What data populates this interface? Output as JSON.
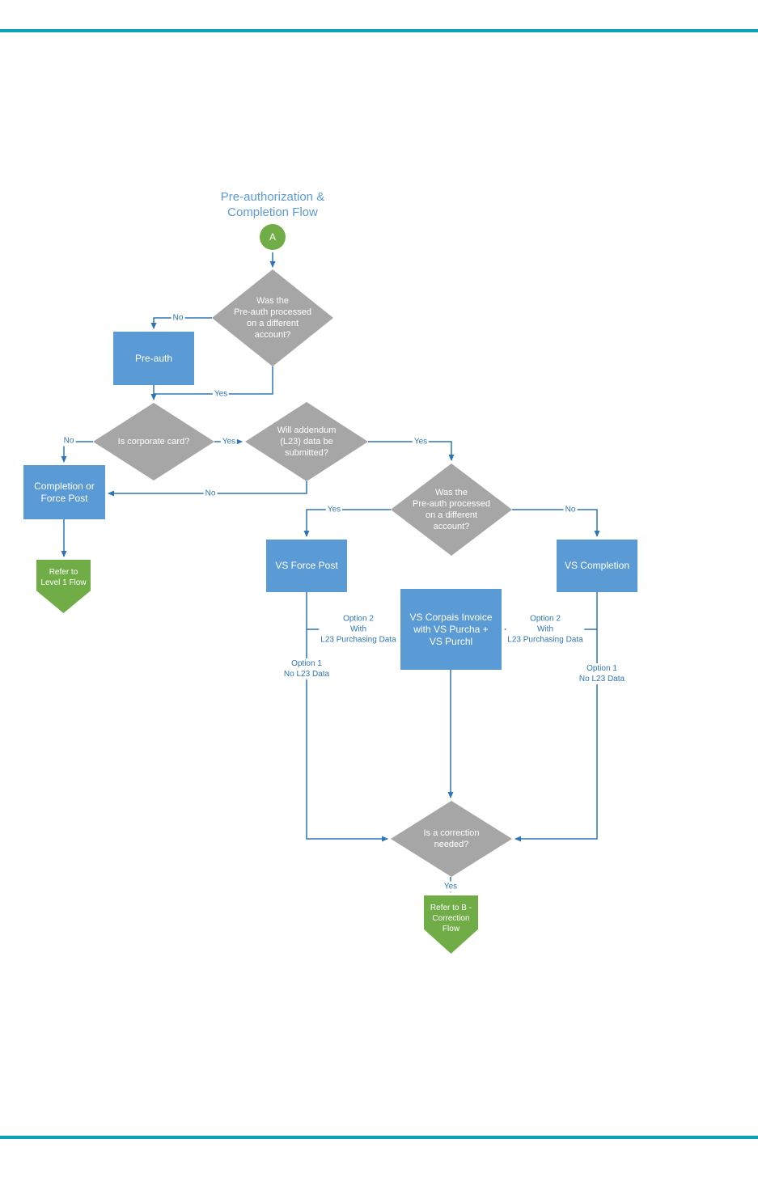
{
  "page": {
    "title": "Pre-authorization &\nCompletion Flow"
  },
  "colors": {
    "process_blue": "#5B9BD5",
    "decision_gray": "#A6A6A6",
    "terminal_green": "#70AD47",
    "connector_blue": "#2E75B6",
    "accent_teal": "#0BA3B4",
    "title_blue": "#5B9BD5"
  },
  "nodes": {
    "start": {
      "label": "A"
    },
    "d1_preauth_different_account": {
      "label": "Was the\nPre-auth processed\non a different\naccount?"
    },
    "pre_auth": {
      "label": "Pre-auth"
    },
    "d2_is_corporate_card": {
      "label": "Is corporate card?"
    },
    "completion_or_force_post": {
      "label": "Completion or\nForce Post"
    },
    "d3_will_addendum": {
      "label": "Will addendum\n(L23) data be\nsubmitted?"
    },
    "refer_level1_flow": {
      "label": "Refer to\nLevel 1 Flow"
    },
    "d4_preauth_different_account": {
      "label": "Was the\nPre-auth processed\non a different\naccount?"
    },
    "vs_force_post": {
      "label": "VS Force Post"
    },
    "vs_completion": {
      "label": "VS Completion"
    },
    "vs_corpais_invoice": {
      "label": "VS Corpais Invoice\nwith VS Purcha +\nVS Purchl"
    },
    "d5_is_correction_needed": {
      "label": "Is a correction\nneeded?"
    },
    "refer_b_correction_flow": {
      "label": "Refer to B -\nCorrection\nFlow"
    }
  },
  "edge_labels": {
    "d1_no": "No",
    "d1_yes": "Yes",
    "d2_no": "No",
    "d2_yes": "Yes",
    "d3_yes": "Yes",
    "d3_no": "No",
    "d4_yes": "Yes",
    "d4_no": "No",
    "left_option2": "Option 2\nWith\nL23 Purchasing Data",
    "left_option1": "Option 1\nNo L23 Data",
    "right_option2": "Option 2\nWith\nL23 Purchasing Data",
    "right_option1": "Option 1\nNo L23 Data",
    "d5_yes": "Yes"
  }
}
